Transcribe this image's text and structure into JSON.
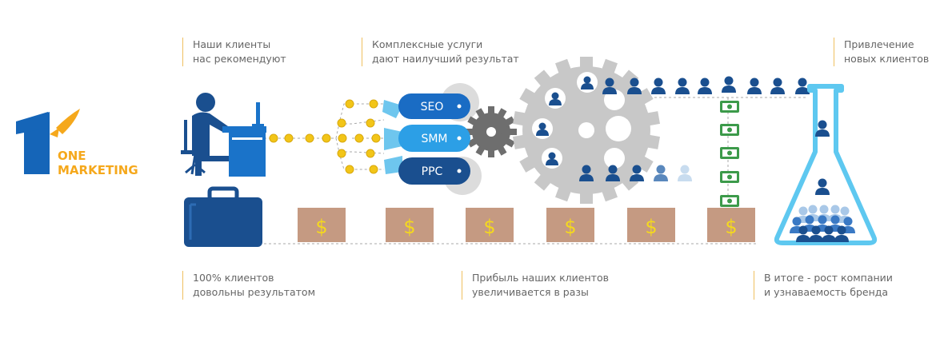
{
  "brand": {
    "line1": "ONE",
    "line2": "MARKETING"
  },
  "captions": {
    "recommend": {
      "line1": "Наши клиенты",
      "line2": "нас рекомендуют"
    },
    "services": {
      "line1": "Комплексные услуги",
      "line2": "дают наилучший результат"
    },
    "attract": {
      "line1": "Привлечение",
      "line2": "новых клиентов"
    },
    "satisfied": {
      "line1": "100% клиентов",
      "line2": "довольны результатом"
    },
    "profit": {
      "line1": "Прибыль наших клиентов",
      "line2": "увеличивается в разы"
    },
    "growth": {
      "line1": "В итоге - рост компании",
      "line2": "и узнаваемость бренда"
    }
  },
  "services": [
    "SEO",
    "SMM",
    "PPC"
  ],
  "coin_symbol": "$",
  "colors": {
    "brand_blue": "#1565b8",
    "brand_orange": "#f5a81c",
    "dark_blue": "#1a4f8f",
    "light_blue": "#5ec8f0",
    "gear_gray": "#c8c8c8",
    "gear_dark": "#6e6e6e",
    "money_box": "#c59a82",
    "coin": "#f2c518",
    "dollar": "#f4d81e",
    "money_green": "#3c9a4a"
  }
}
